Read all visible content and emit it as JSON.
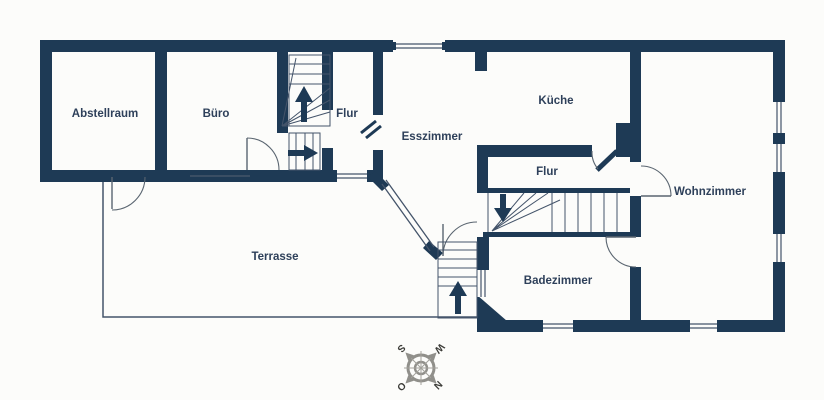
{
  "page": {
    "kind": "floor-plan",
    "background": "#fcfcfa"
  },
  "colors": {
    "wall": "#1e3a55",
    "thin_line": "#44546a",
    "door_arc": "#5a6570",
    "label_text": "#2e405a",
    "compass_body": "#908f8a",
    "compass_text": "#3c3c38"
  },
  "rooms": [
    {
      "id": "abstellraum",
      "label": "Abstellraum"
    },
    {
      "id": "buero",
      "label": "Büro"
    },
    {
      "id": "flur-oben",
      "label": "Flur"
    },
    {
      "id": "esszimmer",
      "label": "Esszimmer"
    },
    {
      "id": "kueche",
      "label": "Küche"
    },
    {
      "id": "flur-mitte",
      "label": "Flur"
    },
    {
      "id": "wohnzimmer",
      "label": "Wohnzimmer"
    },
    {
      "id": "badezimmer",
      "label": "Badezimmer"
    },
    {
      "id": "terrasse",
      "label": "Terrasse"
    }
  ],
  "stairs": [
    {
      "id": "stair-upper-left",
      "direction": "up"
    },
    {
      "id": "stair-lower-left",
      "direction": "right"
    },
    {
      "id": "stair-central",
      "direction": "down"
    },
    {
      "id": "stair-terrace",
      "direction": "up"
    }
  ],
  "compass": {
    "north": "N",
    "east": "O",
    "south": "S",
    "west": "W",
    "rotation_deg": 135
  }
}
